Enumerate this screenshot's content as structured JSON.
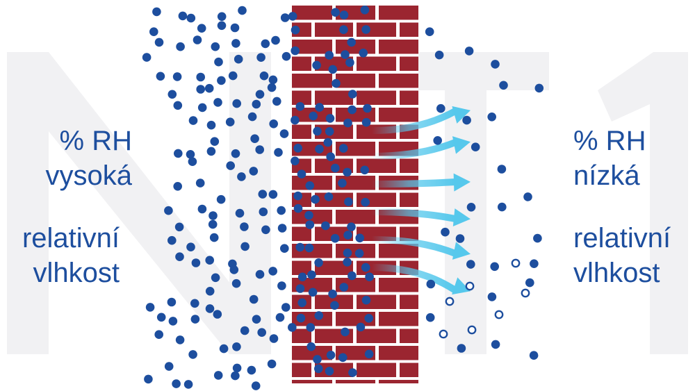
{
  "left": {
    "rh": "% RH",
    "level": "vysoká",
    "term_line1": "relativní",
    "term_line2": "vlhkost"
  },
  "right": {
    "rh": "% RH",
    "level": "nízká",
    "term_line1": "relativní",
    "term_line2": "vlhkost"
  },
  "colors": {
    "dot": "#1d4e9e",
    "brick": "#9b2530",
    "mortar": "#ffffff",
    "arrow": "#56c8ec",
    "watermark": "#f1f1f3"
  },
  "watermark_text": "NT1"
}
